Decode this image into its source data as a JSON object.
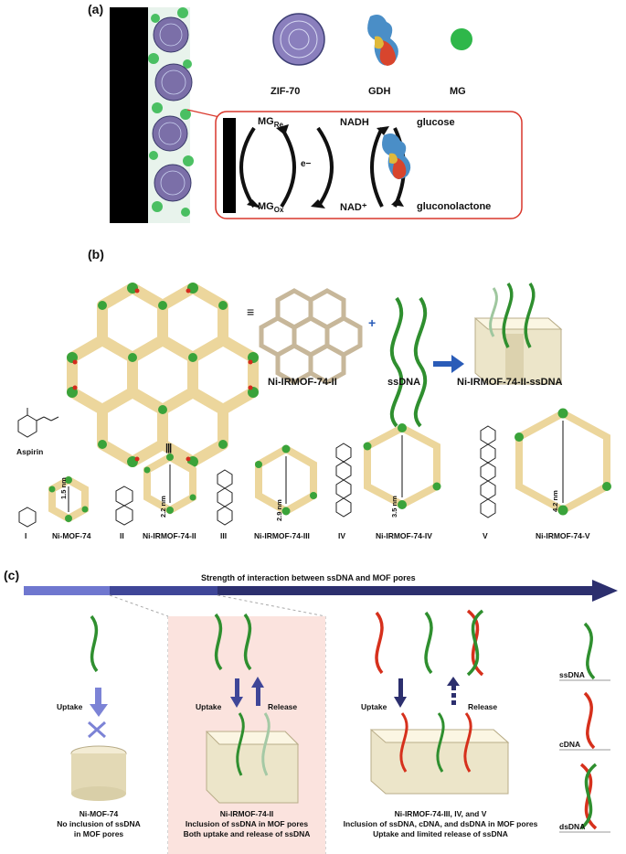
{
  "panel_a": {
    "label": "(a)",
    "legend": {
      "zif": "ZIF-70",
      "gdh": "GDH",
      "mg": "MG"
    },
    "scheme": {
      "mg_re_base": "MG",
      "mg_re_sub": "Re",
      "mg_ox_base": "MG",
      "mg_ox_sub": "Ox",
      "electron": "e−",
      "nadh": "NADH",
      "nad": "NAD⁺",
      "glucose": "glucose",
      "gluconolactone": "gluconolactone"
    }
  },
  "panel_b": {
    "label": "(b)",
    "equiv": "≡",
    "plus": "+",
    "top_labels": {
      "mof": "Ni-IRMOF-74-II",
      "ssdna": "ssDNA",
      "complex": "Ni-IRMOF-74-II-ssDNA"
    },
    "aspirin": "Aspirin",
    "equiv_vertical": "|||",
    "linkers": [
      "I",
      "II",
      "III",
      "IV",
      "V"
    ],
    "mofs": [
      "Ni-MOF-74",
      "Ni-IRMOF-74-II",
      "Ni-IRMOF-74-III",
      "Ni-IRMOF-74-IV",
      "Ni-IRMOF-74-V"
    ],
    "pore_sizes": [
      "1.5 nm",
      "2.2 nm",
      "2.9 nm",
      "3.5 nm",
      "4.2 nm"
    ]
  },
  "panel_c": {
    "label": "(c)",
    "arrow_title": "Strength of interaction between ssDNA and MOF pores",
    "uptake": "Uptake",
    "release": "Release",
    "col1": [
      "Ni-MOF-74",
      "No inclusion of ssDNA",
      "in MOF pores"
    ],
    "col2": [
      "Ni-IRMOF-74-II",
      "Inclusion of ssDNA in MOF pores",
      "Both uptake and release of ssDNA"
    ],
    "col3": [
      "Ni-IRMOF-74-III, IV, and V",
      "Inclusion of ssDNA, cDNA, and dsDNA in MOF pores",
      "Uptake and limited release of ssDNA"
    ],
    "legend": [
      "ssDNA",
      "cDNA",
      "dsDNA"
    ]
  },
  "colors": {
    "dna_green": "#2f8f2f",
    "dna_red": "#d6301c",
    "arrow_dark": "#2c2f6e",
    "arrow_light": "#6f77cf",
    "highlight": "#fbe3de",
    "scheme_border": "#d9372b"
  }
}
